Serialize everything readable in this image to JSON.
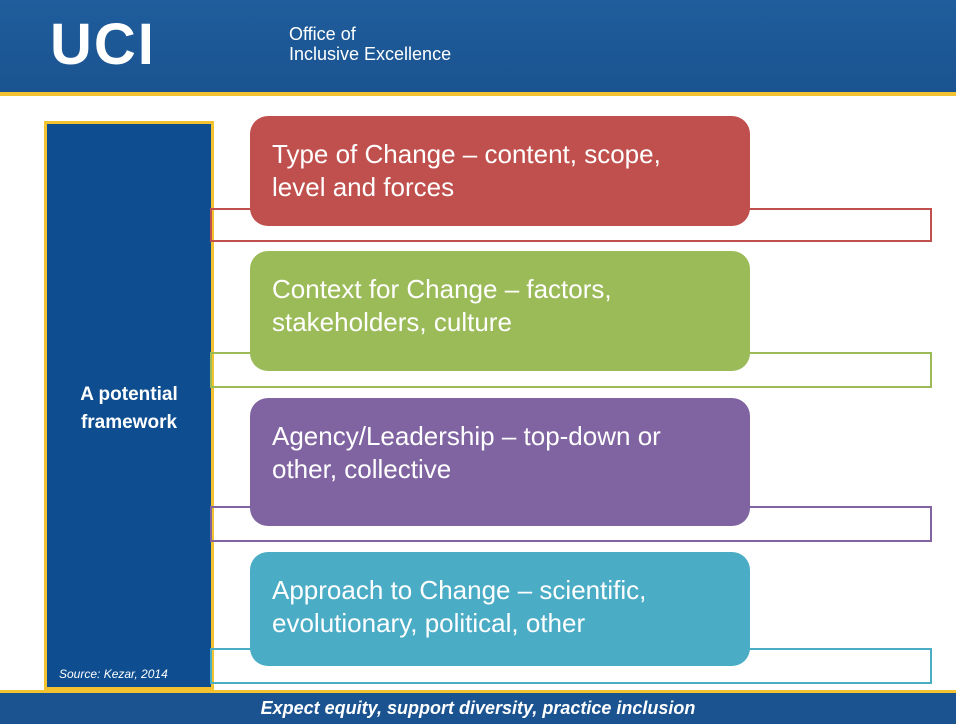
{
  "header": {
    "logo": "UCI",
    "office_line1": "Office of",
    "office_line2": "Inclusive Excellence"
  },
  "sidebar": {
    "title_line1": "A potential",
    "title_line2": "framework",
    "source": "Source: Kezar, 2014"
  },
  "items": [
    {
      "line1": "Type of Change – content, scope,",
      "line2": "level and forces",
      "color": "#c0504d"
    },
    {
      "line1": "Context for Change – factors,",
      "line2": "stakeholders, culture",
      "color": "#9bbb59"
    },
    {
      "line1": "Agency/Leadership – top-down or",
      "line2": "other, collective",
      "color": "#8064a2"
    },
    {
      "line1": "Approach to Change – scientific,",
      "line2": "evolutionary, political, other",
      "color": "#4bacc6"
    }
  ],
  "footer": {
    "tagline": "Expect equity, support diversity, practice inclusion"
  }
}
